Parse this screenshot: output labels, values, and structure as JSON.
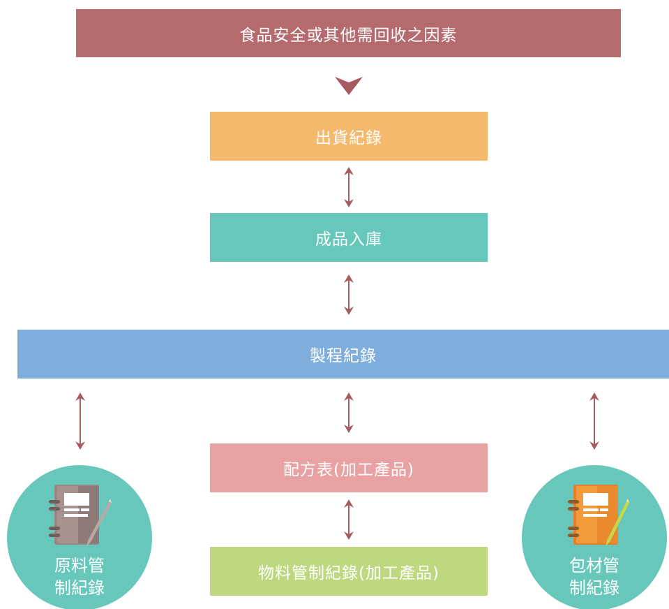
{
  "diagram": {
    "recall_trigger": "食品安全或其他需回收之因素",
    "shipping_record": "出貨紀錄",
    "finished_goods_inbound": "成品入庫",
    "process_record": "製程紀錄",
    "recipe": "配方表(加工產品)",
    "material_control_record": "物料管制紀錄(加工產品)",
    "raw_material_circle": {
      "line1": "原料管",
      "line2": "制紀錄"
    },
    "packaging_circle": {
      "line1": "包材管",
      "line2": "制紀錄"
    }
  },
  "colors": {
    "top_bar": "#b56b6d",
    "shipping": "#f4b96c",
    "inbound": "#67c7bb",
    "process": "#80aedc",
    "recipe": "#e8a2a3",
    "material": "#bdd87e",
    "circle": "#67c7bb",
    "arrow": "#a85a61"
  },
  "icons": {
    "down_arrow": "triangle-down-icon",
    "double_arrow": "double-arrow-icon",
    "raw_notebook": "notebook-pen-icon",
    "packaging_notebook": "notebook-pencil-icon"
  }
}
